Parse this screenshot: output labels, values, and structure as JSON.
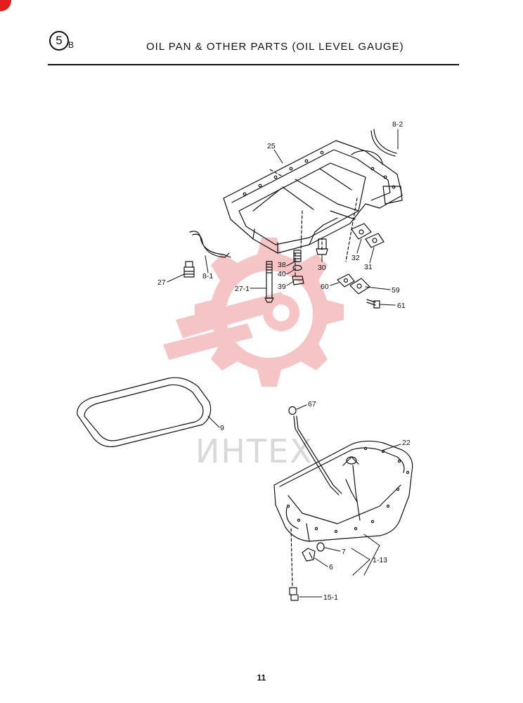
{
  "header": {
    "section_number": "5",
    "section_suffix": "B",
    "title": "OIL PAN & OTHER PARTS (OIL LEVEL GAUGE)"
  },
  "watermark": {
    "text": "ИНТЕХ",
    "color": "#f3b7b7"
  },
  "accent_color": "#e0201c",
  "callouts": {
    "c25": "25",
    "c8_2": "8-2",
    "c8_1": "8-1",
    "c27": "27",
    "c27_1": "27-1",
    "c38": "38",
    "c40": "40",
    "c39": "39",
    "c30": "30",
    "c32": "32",
    "c31": "31",
    "c60": "60",
    "c59": "59",
    "c61": "61",
    "c67": "67",
    "c9": "9",
    "c22": "22",
    "c7": "7",
    "c1_13": "1-13",
    "c6": "6",
    "c15_1": "15-1"
  },
  "footer": {
    "page_number": "11"
  }
}
